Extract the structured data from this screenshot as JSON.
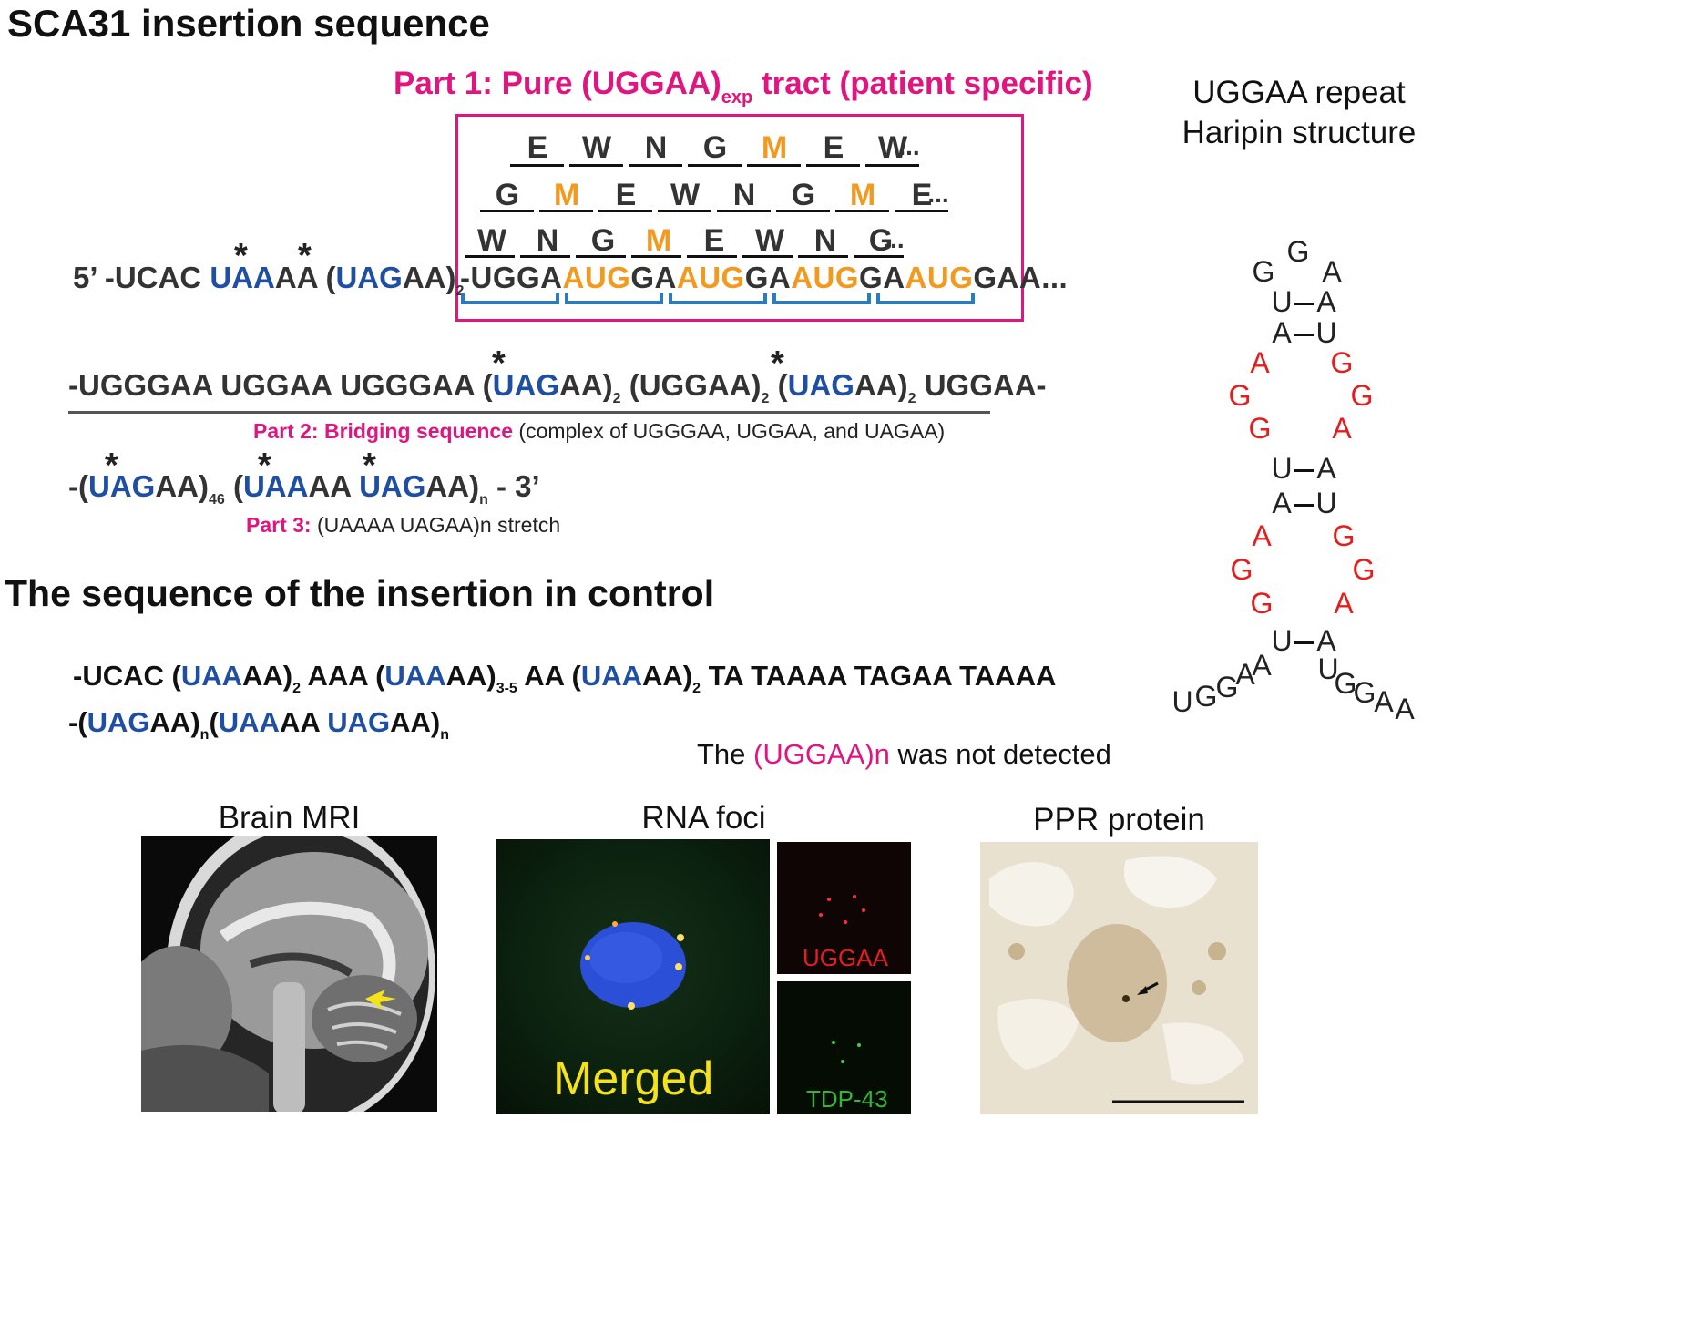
{
  "title": "SCA31 insertion sequence",
  "part1": {
    "title_a": "Part 1: Pure (UGGAA)",
    "title_sub": "exp",
    "title_b": " tract (patient specific)",
    "frame1": [
      "E",
      "W",
      "N",
      "G",
      "M",
      "E",
      "W"
    ],
    "frame1_tail": "...",
    "frame2": [
      "G",
      "M",
      "E",
      "W",
      "N",
      "G",
      "M",
      "E"
    ],
    "frame2_tail": "...",
    "frame3": [
      "W",
      "N",
      "G",
      "M",
      "E",
      "W",
      "N",
      "G"
    ],
    "frame3_tail": "...",
    "seq_prefix": "5’  -UCAC ",
    "uaa": "UAA",
    "aa": "AA (",
    "uag": "UAG",
    "aa2": "AA)",
    "sub2": "2",
    "repeat": [
      "-UGGA",
      "A",
      "UG",
      "GA",
      "A",
      "UG",
      "GA",
      "A",
      "UG",
      "GA",
      "A",
      "UG",
      "GAA..."
    ],
    "stars": [
      "*",
      "*"
    ]
  },
  "part2": {
    "seq": [
      "-UGGGAA UGGAA UGGGAA (",
      "UAG",
      "AA)",
      "2",
      " (UGGAA)",
      "2",
      " (",
      "UAG",
      "AA)",
      "2",
      " UGGAA-"
    ],
    "stars": [
      "*",
      "*"
    ],
    "label_bold": "Part 2: Bridging sequence",
    "label_rest": " (complex of UGGGAA, UGGAA, and UAGAA)"
  },
  "part3": {
    "seq": [
      "-(",
      "UAG",
      "AA)",
      "46",
      " (",
      "UAA",
      "AA ",
      "UAG",
      "AA)",
      "n",
      " - 3’"
    ],
    "stars": [
      "*",
      "*",
      "*"
    ],
    "label_bold": "Part 3:",
    "label_rest": "  (UAAAA UAGAA)n stretch"
  },
  "control": {
    "title": "The sequence of the insertion in control",
    "line1": [
      "-UCAC (",
      "UAA",
      "AA)",
      "2",
      " AAA (",
      "UAA",
      "AA)",
      "3-5",
      " AA (",
      "UAA",
      "AA)",
      "2",
      " TA TAAAA TAGAA TAAAA"
    ],
    "line2": [
      "-(",
      "UAG",
      "AA)",
      "n",
      "(",
      "UAA",
      "AA ",
      "UAG",
      "AA)",
      "n"
    ],
    "note_a": "The ",
    "note_b": "(UGGAA)n",
    "note_c": " was not detected"
  },
  "hairpin": {
    "title_line1": "UGGAA repeat",
    "title_line2": "Haripin structure",
    "loop": [
      "G",
      "G",
      "A"
    ],
    "stem1": [
      [
        "U",
        "A"
      ],
      [
        "A",
        "U"
      ]
    ],
    "bulge1": [
      [
        "A",
        "G"
      ],
      [
        "G",
        "G"
      ],
      [
        "G",
        "A"
      ]
    ],
    "stem2": [
      [
        "U",
        "A"
      ],
      [
        "A",
        "U"
      ]
    ],
    "bulge2": [
      [
        "A",
        "G"
      ],
      [
        "G",
        "G"
      ],
      [
        "G",
        "A"
      ]
    ],
    "stem3": [
      [
        "U",
        "A"
      ]
    ],
    "left_tail": [
      "U",
      "G",
      "G",
      "A",
      "A"
    ],
    "right_tail": [
      "U",
      "G",
      "G",
      "A",
      "A"
    ]
  },
  "panels": {
    "mri": "Brain MRI",
    "foci": "RNA foci",
    "ppr": "PPR protein",
    "merged": "Merged",
    "uggaa": "UGGAA",
    "tdp": "TDP-43"
  },
  "colors": {
    "blue": "#1f4fa3",
    "orange": "#f29a1f",
    "magenta": "#e0157f",
    "red": "#e51d1d",
    "bracket": "#2b7bbd"
  }
}
